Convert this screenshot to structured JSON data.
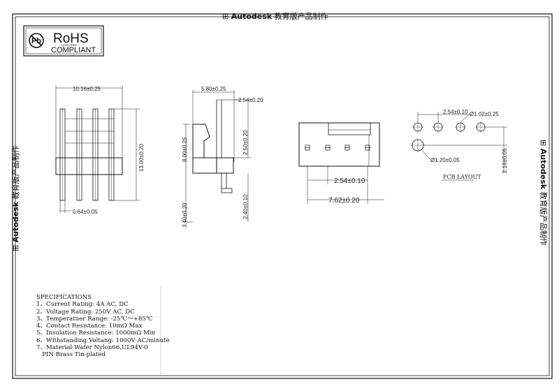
{
  "watermark": {
    "brand": "Autodesk",
    "suffix": "教育版产品制作"
  },
  "logo": {
    "title": "RoHS",
    "subtitle": "COMPLIANT",
    "tiny": "LEAD FREE"
  },
  "front_view": {
    "width_dim": "10.16±0.25",
    "height_dim": "13.00±0.20",
    "pin_dim": "0.64±0.05"
  },
  "side_view": {
    "top_dim": "5.80±0.25",
    "pitch_dim": "2.54±0.20",
    "mid_dim": "8.00±0.25",
    "upper_dim": "2.50±0.20",
    "bottom_left_dim": "3.40±0.20",
    "bottom_right_dim": "2.40±0.10"
  },
  "top_view": {
    "pitch_dim": "2.54±0.10",
    "span_dim": "7.62±0.20"
  },
  "pcb_layout": {
    "title": "PCB LAYOUT",
    "pitch_dim": "2.54±0.10",
    "hole_dim": "Ø1.02±0.25",
    "peg_dim": "Ø1.20±0.05",
    "offset_dim": "2.16±0.05"
  },
  "specifications": {
    "heading": "SPECIFICATIONS",
    "lines": [
      "1、Current Rating: 4A AC, DC",
      "2、Voltage Rating: 250V AC, DC",
      "3、Temperatuer Range: -25℃～+85℃",
      "4、Contact Resistance: 10mΩ Max",
      "5、Insulation Resistance: 1000mΩ Min",
      "6、Withstanding Voltang: 1000V AC/minute",
      "7、Material:Wafer Nylon66,UL94V-0",
      "   PIN Brass Tin-plated"
    ]
  }
}
